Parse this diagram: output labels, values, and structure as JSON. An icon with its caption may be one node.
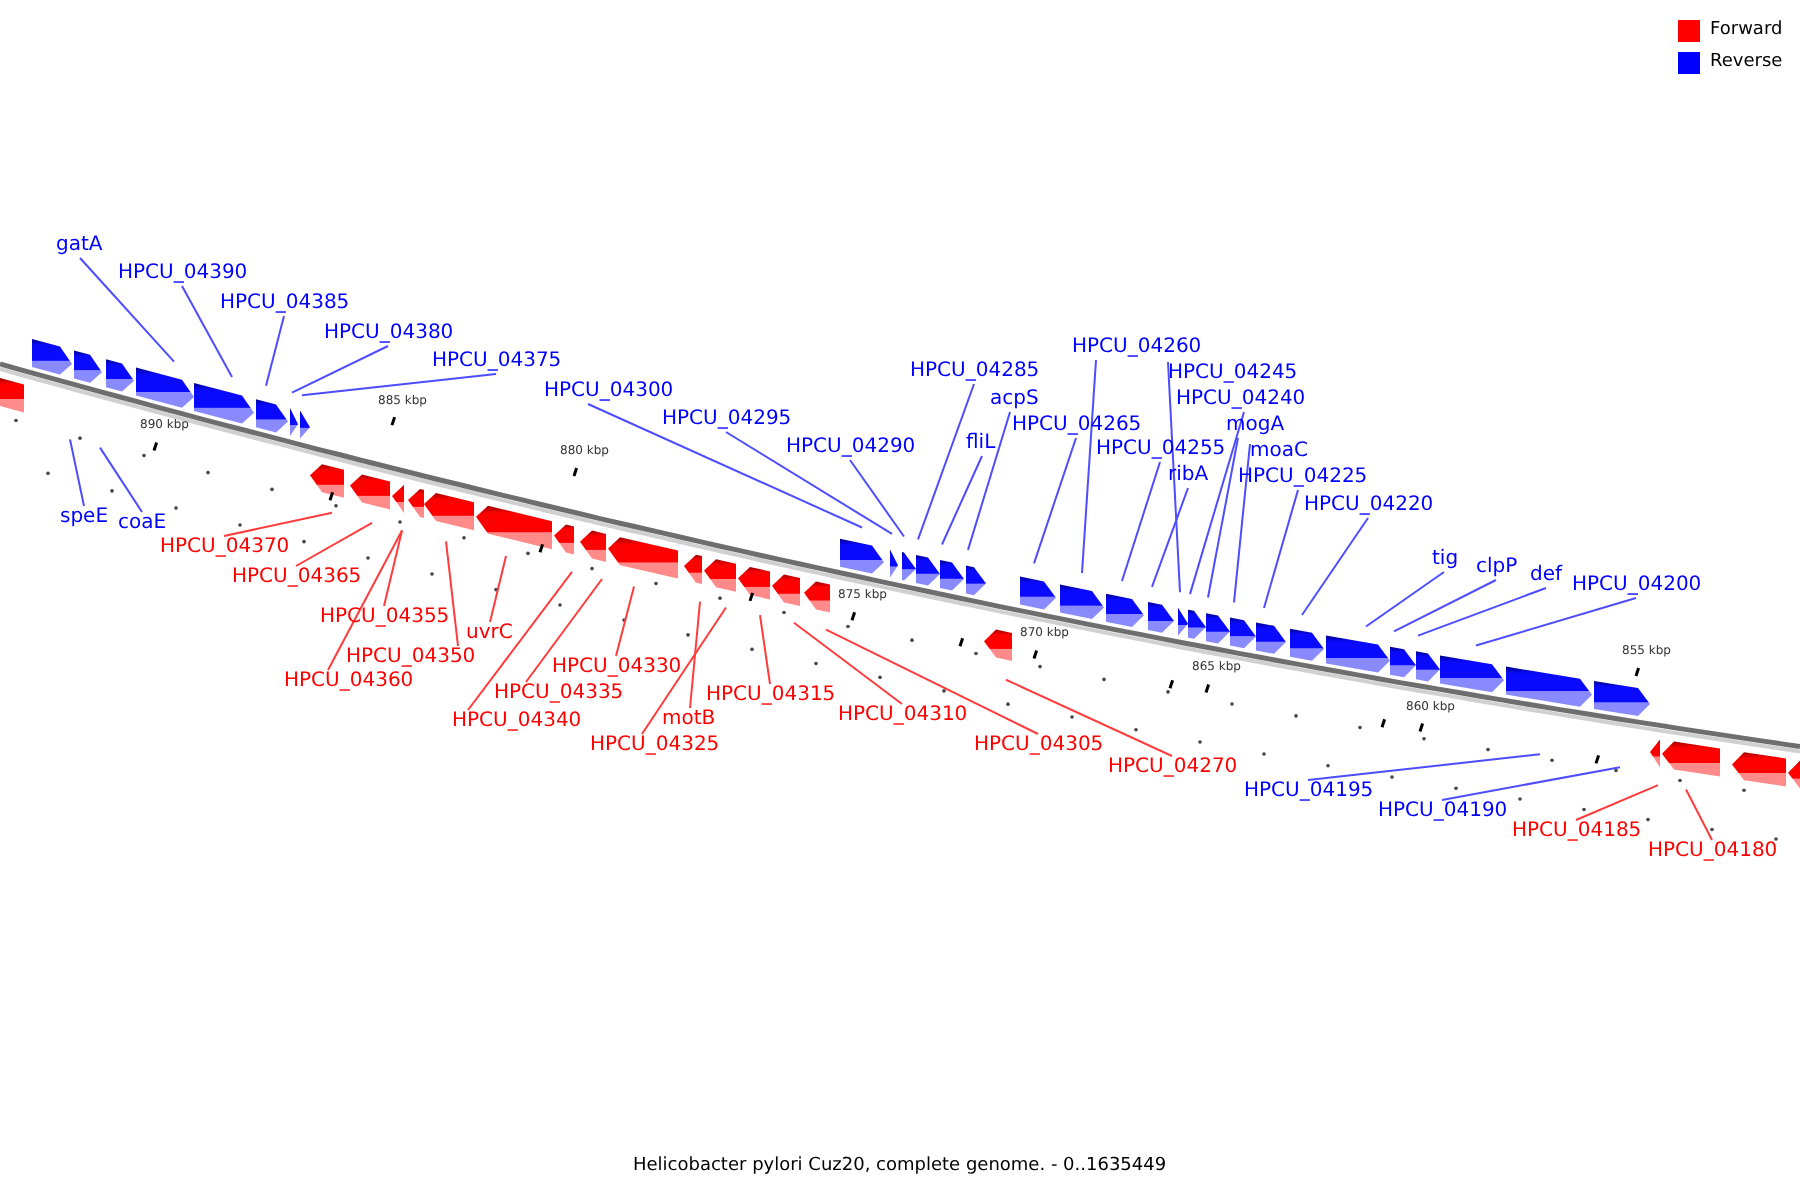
{
  "diagram": {
    "caption": "Helicobacter pylori Cuz20, complete genome. - 0..1635449",
    "nodes": [
      {
        "text": [
          "gatA"
        ]
      },
      {
        "text": [
          "HPCU_04390"
        ]
      },
      {
        "text": [
          "HPCU_04385"
        ]
      },
      {
        "text": [
          "HPCU_04380"
        ]
      },
      {
        "text": [
          "HPCU_04375"
        ]
      },
      {
        "text": [
          "HPCU_04260"
        ]
      },
      {
        "text": [
          "HPCU_04285"
        ]
      },
      {
        "text": [
          "HPCU_04245"
        ]
      },
      {
        "text": [
          "HPCU_04300"
        ]
      },
      {
        "text": [
          "acpS"
        ]
      },
      {
        "text": [
          "HPCU_04240"
        ]
      },
      {
        "text": [
          "HPCU_04295"
        ]
      },
      {
        "text": [
          "HPCU_04265"
        ]
      },
      {
        "text": [
          "mogA"
        ]
      },
      {
        "text": [
          "fliL"
        ]
      },
      {
        "text": [
          "HPCU_04290"
        ]
      },
      {
        "text": [
          "HPCU_04255"
        ]
      },
      {
        "text": [
          "moaC"
        ]
      },
      {
        "text": [
          "ribA"
        ]
      },
      {
        "text": [
          "HPCU_04225"
        ]
      },
      {
        "text": [
          "HPCU_04220"
        ]
      },
      {
        "text": [
          "speE"
        ]
      },
      {
        "text": [
          "coaE"
        ]
      },
      {
        "text": [
          "HPCU_04370"
        ]
      },
      {
        "text": [
          "tig"
        ]
      },
      {
        "text": [
          "clpP"
        ]
      },
      {
        "text": [
          "def"
        ]
      },
      {
        "text": [
          "HPCU_04365"
        ]
      },
      {
        "text": [
          "HPCU_04200"
        ]
      },
      {
        "text": [
          "HPCU_04355"
        ]
      },
      {
        "text": [
          "uvrC"
        ]
      },
      {
        "text": [
          "HPCU_04350"
        ]
      },
      {
        "text": [
          "HPCU_04330"
        ]
      },
      {
        "text": [
          "HPCU_04360"
        ]
      },
      {
        "text": [
          "HPCU_04335"
        ]
      },
      {
        "text": [
          "HPCU_04315"
        ]
      },
      {
        "text": [
          "HPCU_04310"
        ]
      },
      {
        "text": [
          "motB"
        ]
      },
      {
        "text": [
          "HPCU_04340"
        ]
      },
      {
        "text": [
          "HPCU_04325"
        ]
      },
      {
        "text": [
          "HPCU_04305"
        ]
      },
      {
        "text": [
          "HPCU_04270"
        ]
      },
      {
        "text": [
          "HPCU_04195"
        ]
      },
      {
        "text": [
          "HPCU_04190"
        ]
      },
      {
        "text": [
          "HPCU_04185"
        ]
      },
      {
        "text": [
          "HPCU_04180"
        ]
      }
    ],
    "edges": [
      {
        "from": 0,
        "to": null,
        "arrow": "none"
      },
      {
        "from": 1,
        "to": null,
        "arrow": "none"
      },
      {
        "from": 2,
        "to": null,
        "arrow": "none"
      },
      {
        "from": 3,
        "to": null,
        "arrow": "none"
      },
      {
        "from": 4,
        "to": null,
        "arrow": "none"
      },
      {
        "from": 5,
        "to": null,
        "arrow": "none"
      },
      {
        "from": 6,
        "to": null,
        "arrow": "none"
      },
      {
        "from": 7,
        "to": null,
        "arrow": "none"
      },
      {
        "from": 8,
        "to": null,
        "arrow": "none"
      },
      {
        "from": 9,
        "to": null,
        "arrow": "none"
      },
      {
        "from": 10,
        "to": null,
        "arrow": "none"
      },
      {
        "from": 11,
        "to": null,
        "arrow": "none"
      },
      {
        "from": 12,
        "to": null,
        "arrow": "none"
      },
      {
        "from": 13,
        "to": null,
        "arrow": "none"
      },
      {
        "from": 14,
        "to": null,
        "arrow": "none"
      },
      {
        "from": 15,
        "to": null,
        "arrow": "none"
      },
      {
        "from": 16,
        "to": null,
        "arrow": "none"
      },
      {
        "from": 17,
        "to": null,
        "arrow": "none"
      },
      {
        "from": 18,
        "to": null,
        "arrow": "none"
      },
      {
        "from": 19,
        "to": null,
        "arrow": "none"
      },
      {
        "from": 20,
        "to": null,
        "arrow": "none"
      },
      {
        "from": 21,
        "to": null,
        "arrow": "none"
      },
      {
        "from": 22,
        "to": null,
        "arrow": "none"
      },
      {
        "from": 23,
        "to": null,
        "arrow": "none",
        "color": "#ff3b3b"
      },
      {
        "from": 24,
        "to": null,
        "arrow": "none"
      },
      {
        "from": 25,
        "to": null,
        "arrow": "none"
      },
      {
        "from": 26,
        "to": null,
        "arrow": "none"
      },
      {
        "from": 27,
        "to": null,
        "arrow": "none",
        "color": "#ff3b3b"
      },
      {
        "from": 28,
        "to": null,
        "arrow": "none"
      },
      {
        "from": 29,
        "to": null,
        "arrow": "none",
        "color": "#ff3b3b"
      },
      {
        "from": 30,
        "to": null,
        "arrow": "none",
        "color": "#ff3b3b"
      },
      {
        "from": 31,
        "to": null,
        "arrow": "none",
        "color": "#ff3b3b"
      },
      {
        "from": 32,
        "to": null,
        "arrow": "none",
        "color": "#ff3b3b"
      },
      {
        "from": 33,
        "to": null,
        "arrow": "none",
        "color": "#ff3b3b"
      },
      {
        "from": 34,
        "to": null,
        "arrow": "none",
        "color": "#ff3b3b"
      },
      {
        "from": 35,
        "to": null,
        "arrow": "none",
        "color": "#ff3b3b"
      },
      {
        "from": 36,
        "to": null,
        "arrow": "none",
        "color": "#ff3b3b"
      },
      {
        "from": 37,
        "to": null,
        "arrow": "none",
        "color": "#ff3b3b"
      },
      {
        "from": 38,
        "to": null,
        "arrow": "none",
        "color": "#ff3b3b"
      },
      {
        "from": 39,
        "to": null,
        "arrow": "none",
        "color": "#ff3b3b"
      },
      {
        "from": 40,
        "to": null,
        "arrow": "none",
        "color": "#ff3b3b"
      },
      {
        "from": 41,
        "to": null,
        "arrow": "none",
        "color": "#ff3b3b"
      },
      {
        "from": 42,
        "to": null,
        "arrow": "none"
      },
      {
        "from": 43,
        "to": null,
        "arrow": "none"
      },
      {
        "from": 44,
        "to": null,
        "arrow": "none",
        "color": "#ff3b3b"
      },
      {
        "from": 45,
        "to": null,
        "arrow": "none",
        "color": "#ff3b3b"
      }
    ],
    "labels": [
      "890 kbp",
      "885 kbp",
      "880 kbp",
      "875 kbp",
      "870 kbp",
      "865 kbp",
      "860 kbp",
      "855 kbp"
    ],
    "legend": [
      {
        "text": "Forward",
        "color": "#ff0000"
      },
      {
        "text": "Reverse",
        "color": "#0000ff"
      }
    ]
  }
}
